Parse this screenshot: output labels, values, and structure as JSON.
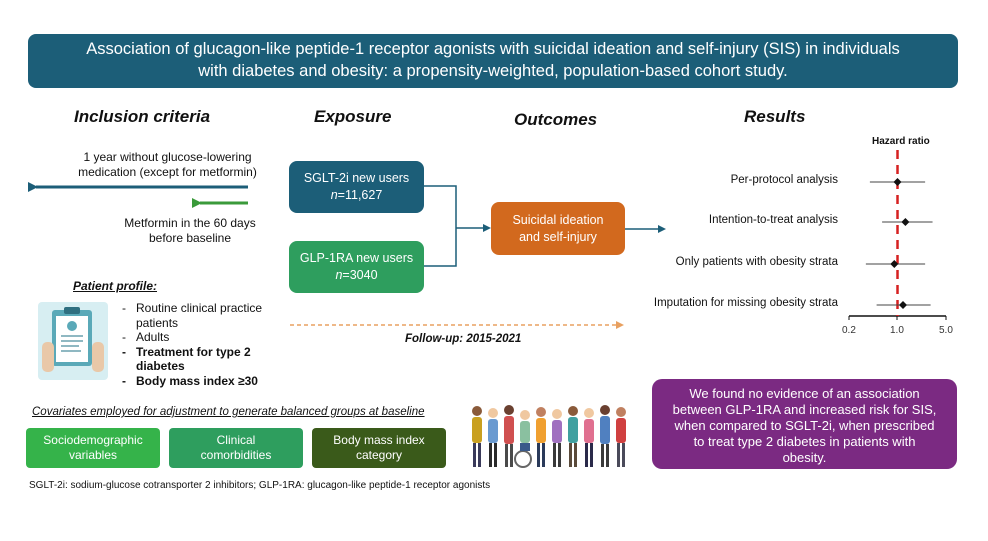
{
  "title": {
    "line1": "Association of glucagon-like peptide-1 receptor agonists with suicidal ideation and self-injury (SIS) in individuals",
    "line2": "with diabetes and obesity: a propensity-weighted, population-based cohort study."
  },
  "columns": {
    "inclusion": "Inclusion criteria",
    "exposure": "Exposure",
    "outcomes": "Outcomes",
    "results": "Results"
  },
  "inclusion": {
    "criterion1_line1": "1 year without glucose-lowering",
    "criterion1_line2": "medication (except for metformin)",
    "criterion2_line1": "Metformin in the 60 days",
    "criterion2_line2": "before baseline",
    "arrow_colors": {
      "exclude": "#1c5e78",
      "include": "#3a9a3a"
    }
  },
  "patient_profile": {
    "heading": "Patient profile:",
    "items": [
      {
        "text": "Routine clinical practice patients",
        "bold": false
      },
      {
        "text": "Adults",
        "bold": false
      },
      {
        "text": "Treatment for type 2 diabetes",
        "bold": true
      },
      {
        "text": "Body mass index ≥30",
        "bold": true
      }
    ],
    "icon": "clipboard-icon"
  },
  "exposure": {
    "sglt2": {
      "label": "SGLT-2i new users",
      "n_prefix": "n",
      "n_value": "=11,627",
      "color": "#1c5e78"
    },
    "glp1": {
      "label": "GLP-1RA new users",
      "n_prefix": "n",
      "n_value": "=3040",
      "color": "#2e9e5e"
    }
  },
  "outcome": {
    "line1": "Suicidal ideation",
    "line2": "and self-injury",
    "color": "#d2691e"
  },
  "followup": "Follow-up: 2015-2021",
  "forest": {
    "heading": "Hazard ratio",
    "scale": "log",
    "xlim": [
      0.2,
      5.0
    ],
    "ticks": [
      "0.2",
      "1.0",
      "5.0"
    ],
    "reference_line": 1.0,
    "rows": [
      {
        "label": "Per-protocol analysis",
        "hr": 1.0,
        "lo": 0.4,
        "hi": 2.5
      },
      {
        "label": "Intention-to-treat analysis",
        "hr": 1.3,
        "lo": 0.6,
        "hi": 3.2
      },
      {
        "label": "Only patients with obesity strata",
        "hr": 0.9,
        "lo": 0.35,
        "hi": 2.5
      },
      {
        "label": "Imputation for missing obesity strata",
        "hr": 1.2,
        "lo": 0.5,
        "hi": 3.0
      }
    ]
  },
  "result_text": {
    "line1": "We found no evidence of an association",
    "line2": "between GLP-1RA and increased risk for SIS,",
    "line3": "when compared to SGLT-2i, when prescribed",
    "line4": "to treat type 2 diabetes in patients with",
    "line5": "obesity."
  },
  "covariates": {
    "heading": "Covariates employed for adjustment to generate balanced groups at baseline",
    "boxes": [
      {
        "line1": "Sociodemographic",
        "line2": "variables",
        "color": "#35b34a"
      },
      {
        "line1": "Clinical",
        "line2": "comorbidities",
        "color": "#2e9e5e"
      },
      {
        "line1": "Body mass index",
        "line2": "category",
        "color": "#3a5a1a"
      }
    ]
  },
  "people_icon": "diverse-people-illustration-icon",
  "footnote": "SGLT-2i: sodium-glucose cotransporter 2 inhibitors; GLP-1RA: glucagon-like peptide-1 receptor agonists"
}
